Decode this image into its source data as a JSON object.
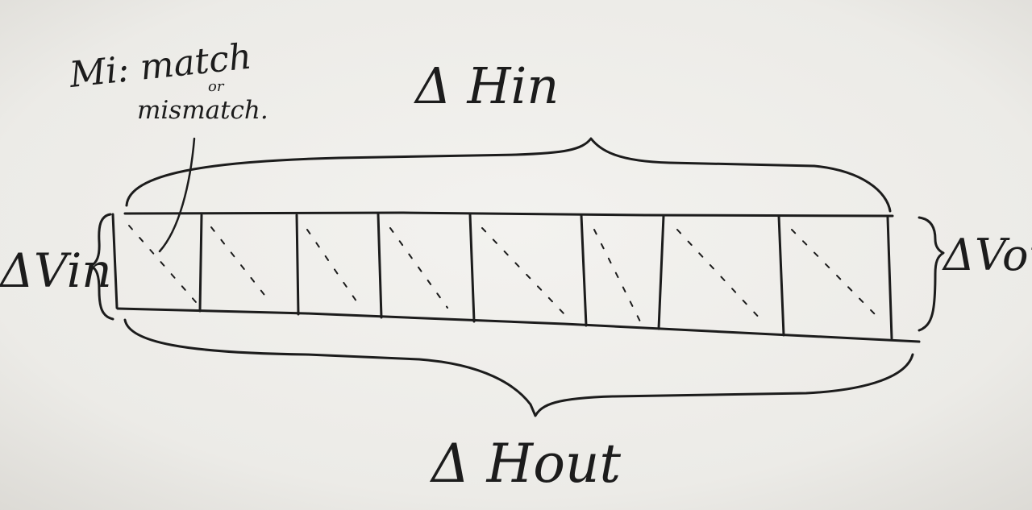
{
  "labels": {
    "top_note_line1": "Mi: match",
    "top_note_line2": "or",
    "top_note_line3": "mismatch.",
    "delta_h_in": "Δ Hin",
    "delta_v_in": "ΔVin",
    "delta_v_out": "ΔVout",
    "delta_h_out": "Δ Hout"
  },
  "grid": {
    "cells": 8
  },
  "colors": {
    "paper": "#efeeeb",
    "ink": "#1c1c1c"
  }
}
